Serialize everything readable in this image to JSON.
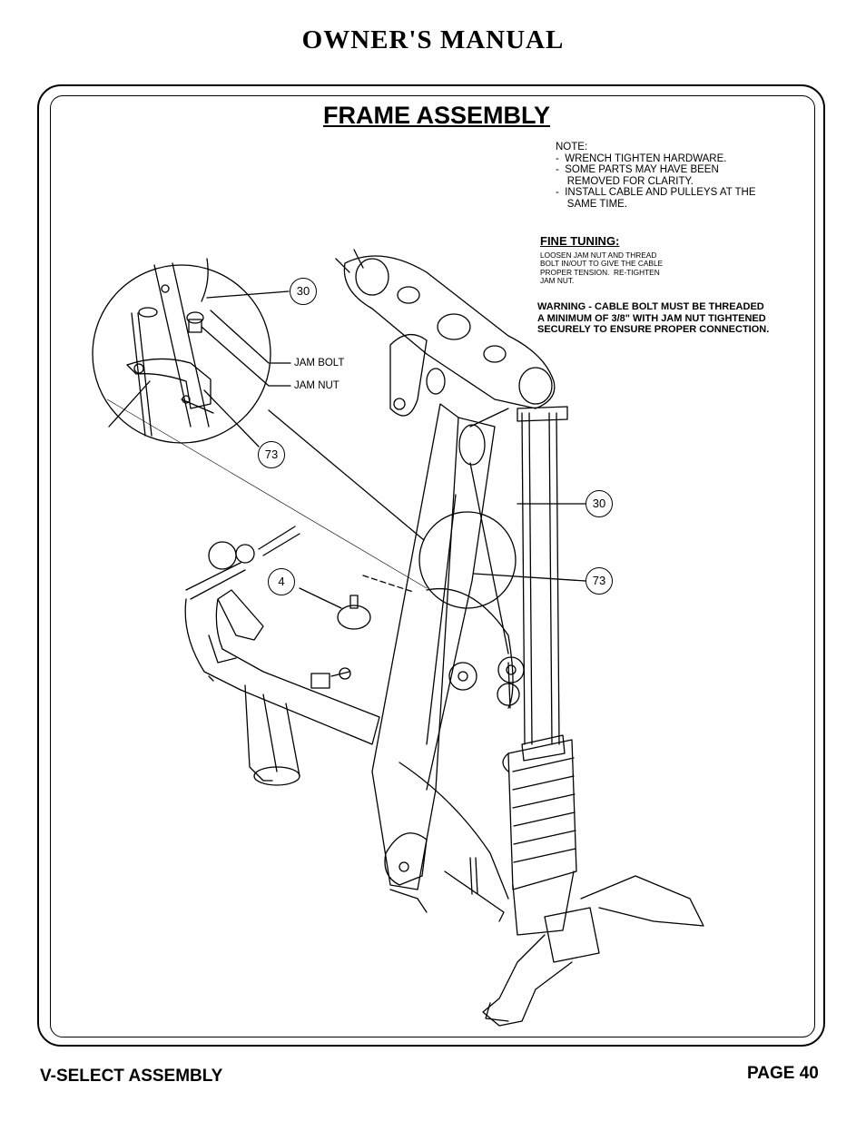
{
  "header": {
    "title": "OWNER'S MANUAL"
  },
  "page": {
    "title": "FRAME ASSEMBLY"
  },
  "note": {
    "text": "NOTE:\n-  WRENCH TIGHTEN HARDWARE.\n-  SOME PARTS MAY HAVE BEEN\n    REMOVED FOR CLARITY.\n-  INSTALL CABLE AND PULLEYS AT THE\n    SAME TIME."
  },
  "fine_tuning": {
    "title": "FINE TUNING:",
    "body": "LOOSEN JAM NUT AND THREAD\nBOLT IN/OUT TO GIVE THE CABLE\nPROPER TENSION.  RE-TIGHTEN\nJAM NUT."
  },
  "warning": {
    "text": "WARNING - CABLE BOLT MUST BE THREADED\nA MINIMUM OF 3/8\" WITH JAM NUT TIGHTENED\nSECURELY TO ENSURE PROPER CONNECTION."
  },
  "callouts": {
    "detail_30": "30",
    "detail_73": "73",
    "main_30": "30",
    "main_73": "73",
    "main_4": "4"
  },
  "labels": {
    "jam_bolt": "JAM BOLT",
    "jam_nut": "JAM NUT"
  },
  "footer": {
    "left": "V-SELECT ASSEMBLY",
    "right": "PAGE 40"
  }
}
